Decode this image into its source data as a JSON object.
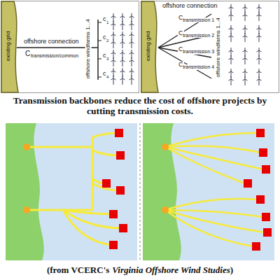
{
  "diagram": {
    "caption": "Transmission backbones reduce the cost of offshore projects by cutting transmission costs.",
    "labels": [
      "existing grid",
      "offshore connection",
      "C",
      "transmission/common",
      "offshore windfarms 1...4",
      "c",
      "1",
      "c",
      "2",
      "c",
      "3",
      "c",
      "4",
      "existing grid",
      "offshore connection",
      "C",
      "transmission 1",
      "C",
      "transmission 2",
      "C",
      "transmission 3",
      "C",
      "transmission 4",
      "offshore windfarms 1...4",
      "(from VCERC's",
      "Virginia Offshore Wind Studies",
      ")"
    ]
  }
}
